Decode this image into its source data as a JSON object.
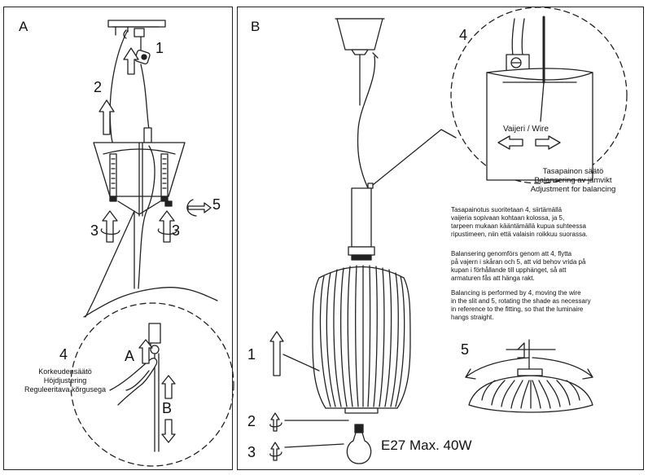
{
  "panel_a": {
    "letter": "A",
    "steps": {
      "s1": "1",
      "s2": "2",
      "s3_left": "3",
      "s3_right": "3",
      "s5": "5",
      "s4": "4"
    },
    "height_adjust": [
      "Korkeudensäätö",
      "Höjdjustering",
      "Reguleeritava kõrgusega"
    ],
    "label_a": "A",
    "label_b": "B"
  },
  "panel_b": {
    "letter": "B",
    "steps": {
      "s1": "1",
      "s2": "2",
      "s3": "3",
      "s4": "4",
      "s5": "5"
    },
    "wire_label": "Vaijeri / Wire",
    "balance_title": [
      "Tasapainon säätö",
      "Balansering av jämvikt",
      "Adjustment for balancing"
    ],
    "instructions": [
      [
        "Tasapainotus suoritetaan 4, siirtämällä",
        "vaijeria sopivaan kohtaan kolossa, ja 5,",
        "tarpeen mukaan kääntämällä kupua suhteessa",
        "ripustimeen, niin että valaisin roikkuu suorassa."
      ],
      [
        "Balansering genomförs genom att 4, flytta",
        "på vajern i skåran och 5, att vid behov vrida på",
        "kupan i förhållande till upphänget, så att",
        "armaturen fås att hänga rakt."
      ],
      [
        "Balancing is performed by 4, moving  the wire",
        "in the slit and 5, rotating the shade as necessary",
        "in reference to the fitting, so that  the luminaire",
        "hangs straight."
      ]
    ],
    "bulb_spec": "E27 Max. 40W"
  }
}
